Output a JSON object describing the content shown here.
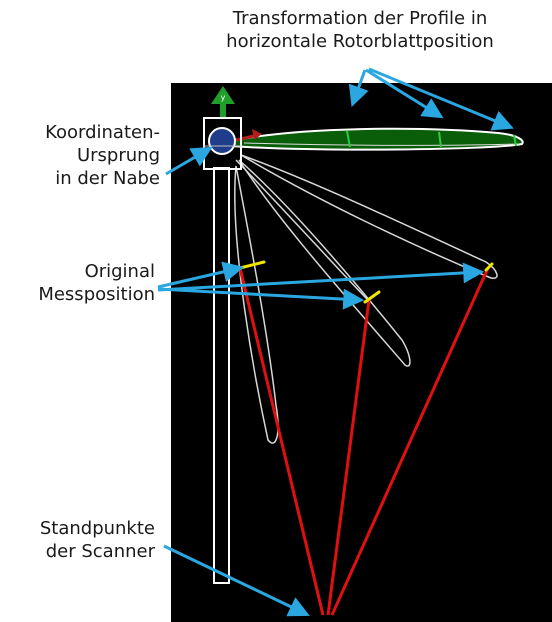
{
  "labels": {
    "title": "Transformation der Profile in\nhorizontale Rotorblattposition",
    "origin": "Koordinaten-\nUrsprung\nin der Nabe",
    "measure_position": "Original\nMessposition",
    "scanner_positions": "Standpunkte\nder Scanner"
  },
  "colors": {
    "background": "#ffffff",
    "panel": "#000000",
    "callout_arrow": "#2aa7e0",
    "scanner_beam": "#e01010",
    "blade_profile": "#d8d8d8",
    "transformed_profile": "#ffffff",
    "profile_fill": "#0a5e0a",
    "profile_ticks": "#2ecc40",
    "measure_marker": "#f2e600",
    "tower": "#ffffff",
    "hub": "#1f3d8a",
    "axis_y_arrow": "#1f9e2a"
  },
  "icons": {
    "hub": "hub-circle-icon",
    "axis_y": "green-up-arrow-icon",
    "axis_x": "red-axis-arrow-icon"
  }
}
